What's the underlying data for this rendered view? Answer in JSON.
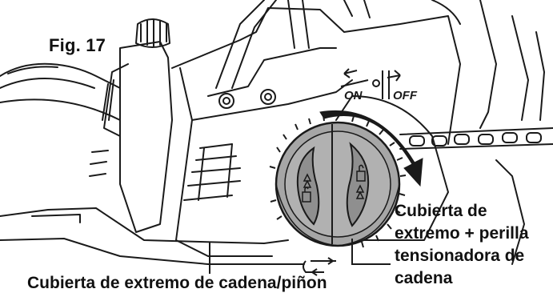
{
  "figure": {
    "label": "Fig. 17"
  },
  "switch": {
    "on_label": "ON",
    "off_label": "OFF"
  },
  "callouts": {
    "knob_cover": {
      "lines": [
        "Cubierta de",
        "extremo + perilla",
        "tensionadora de",
        "cadena"
      ]
    },
    "sprocket_cover": "Cubierta de extremo de cadena/piñon"
  },
  "colors": {
    "line": "#1a1a1a",
    "knob": "#a6a6a6",
    "knob_dark": "#7f7f7f",
    "background": "#ffffff"
  }
}
